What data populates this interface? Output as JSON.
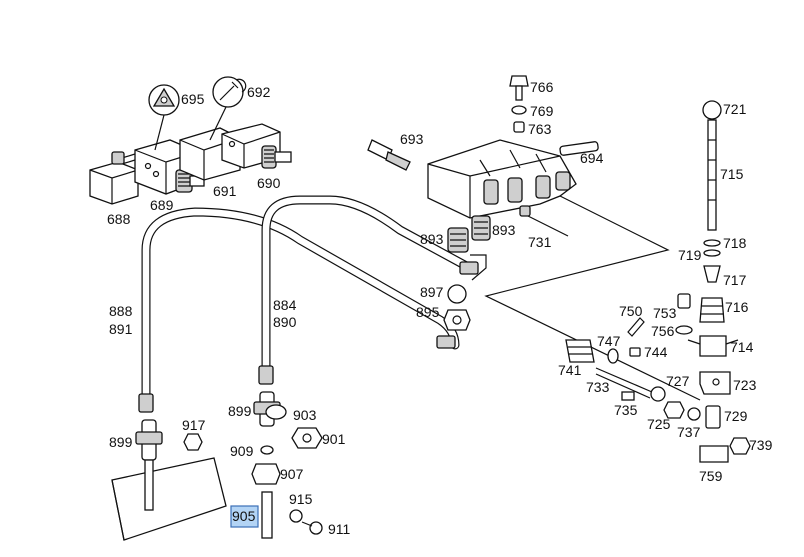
{
  "diagram": {
    "labels": {
      "p688": "688",
      "p689": "689",
      "p690": "690",
      "p691": "691",
      "p692": "692",
      "p693": "693",
      "p694": "694",
      "p695": "695",
      "p714": "714",
      "p715": "715",
      "p716": "716",
      "p717": "717",
      "p718": "718",
      "p719": "719",
      "p721": "721",
      "p723": "723",
      "p725": "725",
      "p727": "727",
      "p729": "729",
      "p731": "731",
      "p733": "733",
      "p735": "735",
      "p737": "737",
      "p739": "739",
      "p741": "741",
      "p744": "744",
      "p747": "747",
      "p750": "750",
      "p753": "753",
      "p756": "756",
      "p759": "759",
      "p763": "763",
      "p766": "766",
      "p769": "769",
      "p884": "884",
      "p888": "888",
      "p890": "890",
      "p891": "891",
      "p893a": "893",
      "p893b": "893",
      "p895": "895",
      "p897": "897",
      "p899a": "899",
      "p899b": "899",
      "p901": "901",
      "p903": "903",
      "p905": "905",
      "p907": "907",
      "p909": "909",
      "p911": "911",
      "p915": "915",
      "p917": "917"
    },
    "highlighted_part": "905"
  }
}
